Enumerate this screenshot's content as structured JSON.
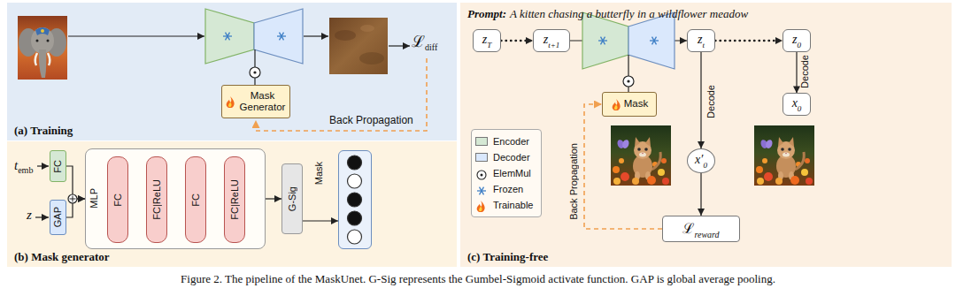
{
  "diagram": {
    "caption": "Figure 2. The pipeline of the MaskUnet. G-Sig represents the Gumbel-Sigmoid activate function. GAP is global average pooling.",
    "nodes": [
      {
        "text": [
          "(a) Training"
        ]
      },
      {
        "text": [
          "Mask Generator"
        ],
        "in": 0
      },
      {
        "text": [
          "(b) Mask generator"
        ]
      },
      {
        "text": [
          "FC"
        ],
        "in": 2
      },
      {
        "text": [
          "GAP"
        ],
        "in": 2
      },
      {
        "text": [
          "MLP"
        ],
        "in": 2
      },
      {
        "text": [
          "FC"
        ],
        "in": 5
      },
      {
        "text": [
          "FC|ReLU"
        ],
        "in": 5
      },
      {
        "text": [
          "FC"
        ],
        "in": 5
      },
      {
        "text": [
          "FC|ReLU"
        ],
        "in": 5
      },
      {
        "text": [
          "G-Sig"
        ],
        "in": 2
      },
      {
        "text": [
          "Mask"
        ],
        "in": 2
      },
      {
        "text": [
          "(c) Training-free"
        ]
      },
      {
        "text": [
          "z",
          "T"
        ],
        "in": 12
      },
      {
        "text": [
          "z",
          "t+1"
        ],
        "in": 12
      },
      {
        "text": [
          "z",
          "t"
        ],
        "in": 12
      },
      {
        "text": [
          "z",
          "0"
        ],
        "in": 12
      },
      {
        "text": [
          "x",
          "0"
        ],
        "in": 12
      },
      {
        "text": [
          "Mask"
        ],
        "in": 12
      },
      {
        "text": [
          "x′",
          "0"
        ],
        "in": 12
      },
      {
        "text": [
          "ℒ",
          "reward"
        ],
        "in": 12
      }
    ],
    "edges": [
      {
        "from": 3,
        "to": 5,
        "arrow": "to"
      },
      {
        "from": 4,
        "to": 5,
        "arrow": "to"
      },
      {
        "from": 5,
        "to": 10,
        "arrow": "to"
      },
      {
        "from": 10,
        "to": 11,
        "arrow": "to"
      },
      {
        "from": 6,
        "to": 7,
        "arrow": "to"
      },
      {
        "from": 7,
        "to": 8,
        "arrow": "to"
      },
      {
        "from": 8,
        "to": 9,
        "arrow": "to"
      },
      {
        "from": 13,
        "to": 14,
        "arrow": "to"
      },
      {
        "from": 14,
        "to": 15,
        "arrow": "to"
      },
      {
        "from": 15,
        "to": 16,
        "arrow": "to"
      },
      {
        "from": 16,
        "to": 17,
        "label": "Decode",
        "arrow": "to"
      },
      {
        "from": 15,
        "to": 19,
        "label": "Decode",
        "arrow": "to"
      },
      {
        "from": 19,
        "to": 20,
        "arrow": "to"
      },
      {
        "from": 20,
        "to": 18,
        "label": "Back Propagation",
        "arrow": "to"
      }
    ],
    "labels": [
      "ℒ",
      "diff",
      "Back Propagation",
      "t",
      "emb",
      "z",
      "Prompt:",
      "A kitten chasing a butterfly in a wildflower meadow"
    ],
    "legend": [
      {
        "text": "Encoder",
        "color": "#d5e8d4"
      },
      {
        "text": "Decoder",
        "color": "#dae8fc"
      },
      {
        "text": "ElemMul"
      },
      {
        "text": "Frozen"
      },
      {
        "text": "Trainable"
      }
    ]
  }
}
